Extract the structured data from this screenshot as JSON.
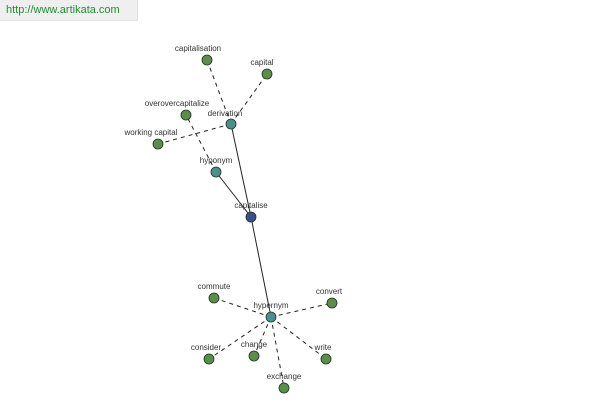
{
  "site": {
    "url": "http://www.artikata.com"
  },
  "colors": {
    "leaf_node": "#5a8f4a",
    "relation_node": "#4a9090",
    "root_node": "#3a4f8f",
    "edge": "#222222",
    "watermark_text": "#1f8f2f",
    "watermark_bg": "#efefef"
  },
  "graph": {
    "nodes": {
      "capitalise": {
        "label": "capitalise",
        "kind": "root"
      },
      "derivation": {
        "label": "derivation",
        "kind": "relation"
      },
      "hyponym": {
        "label": "hyponym",
        "kind": "relation"
      },
      "hypernym": {
        "label": "hypernym",
        "kind": "relation"
      },
      "capitalisation": {
        "label": "capitalisation",
        "kind": "leaf"
      },
      "capital": {
        "label": "capital",
        "kind": "leaf"
      },
      "overcapitalize": {
        "label": "overovercapitalize",
        "kind": "leaf"
      },
      "working_capital": {
        "label": "working capital",
        "kind": "leaf"
      },
      "commute": {
        "label": "commute",
        "kind": "leaf"
      },
      "convert": {
        "label": "convert",
        "kind": "leaf"
      },
      "consider": {
        "label": "consider",
        "kind": "leaf"
      },
      "change": {
        "label": "change",
        "kind": "leaf"
      },
      "write": {
        "label": "write",
        "kind": "leaf"
      },
      "exchange": {
        "label": "exchange",
        "kind": "leaf"
      }
    },
    "edges": [
      {
        "from": "capitalise",
        "to": "derivation",
        "style": "solid"
      },
      {
        "from": "capitalise",
        "to": "hyponym",
        "style": "solid"
      },
      {
        "from": "capitalise",
        "to": "hypernym",
        "style": "solid"
      },
      {
        "from": "derivation",
        "to": "capitalisation",
        "style": "dashed"
      },
      {
        "from": "derivation",
        "to": "capital",
        "style": "dashed"
      },
      {
        "from": "derivation",
        "to": "working_capital",
        "style": "dashed"
      },
      {
        "from": "hyponym",
        "to": "overcapitalize",
        "style": "dashed"
      },
      {
        "from": "hypernym",
        "to": "commute",
        "style": "dashed"
      },
      {
        "from": "hypernym",
        "to": "convert",
        "style": "dashed"
      },
      {
        "from": "hypernym",
        "to": "consider",
        "style": "dashed"
      },
      {
        "from": "hypernym",
        "to": "change",
        "style": "dashed"
      },
      {
        "from": "hypernym",
        "to": "write",
        "style": "dashed"
      },
      {
        "from": "hypernym",
        "to": "exchange",
        "style": "dashed"
      }
    ]
  }
}
